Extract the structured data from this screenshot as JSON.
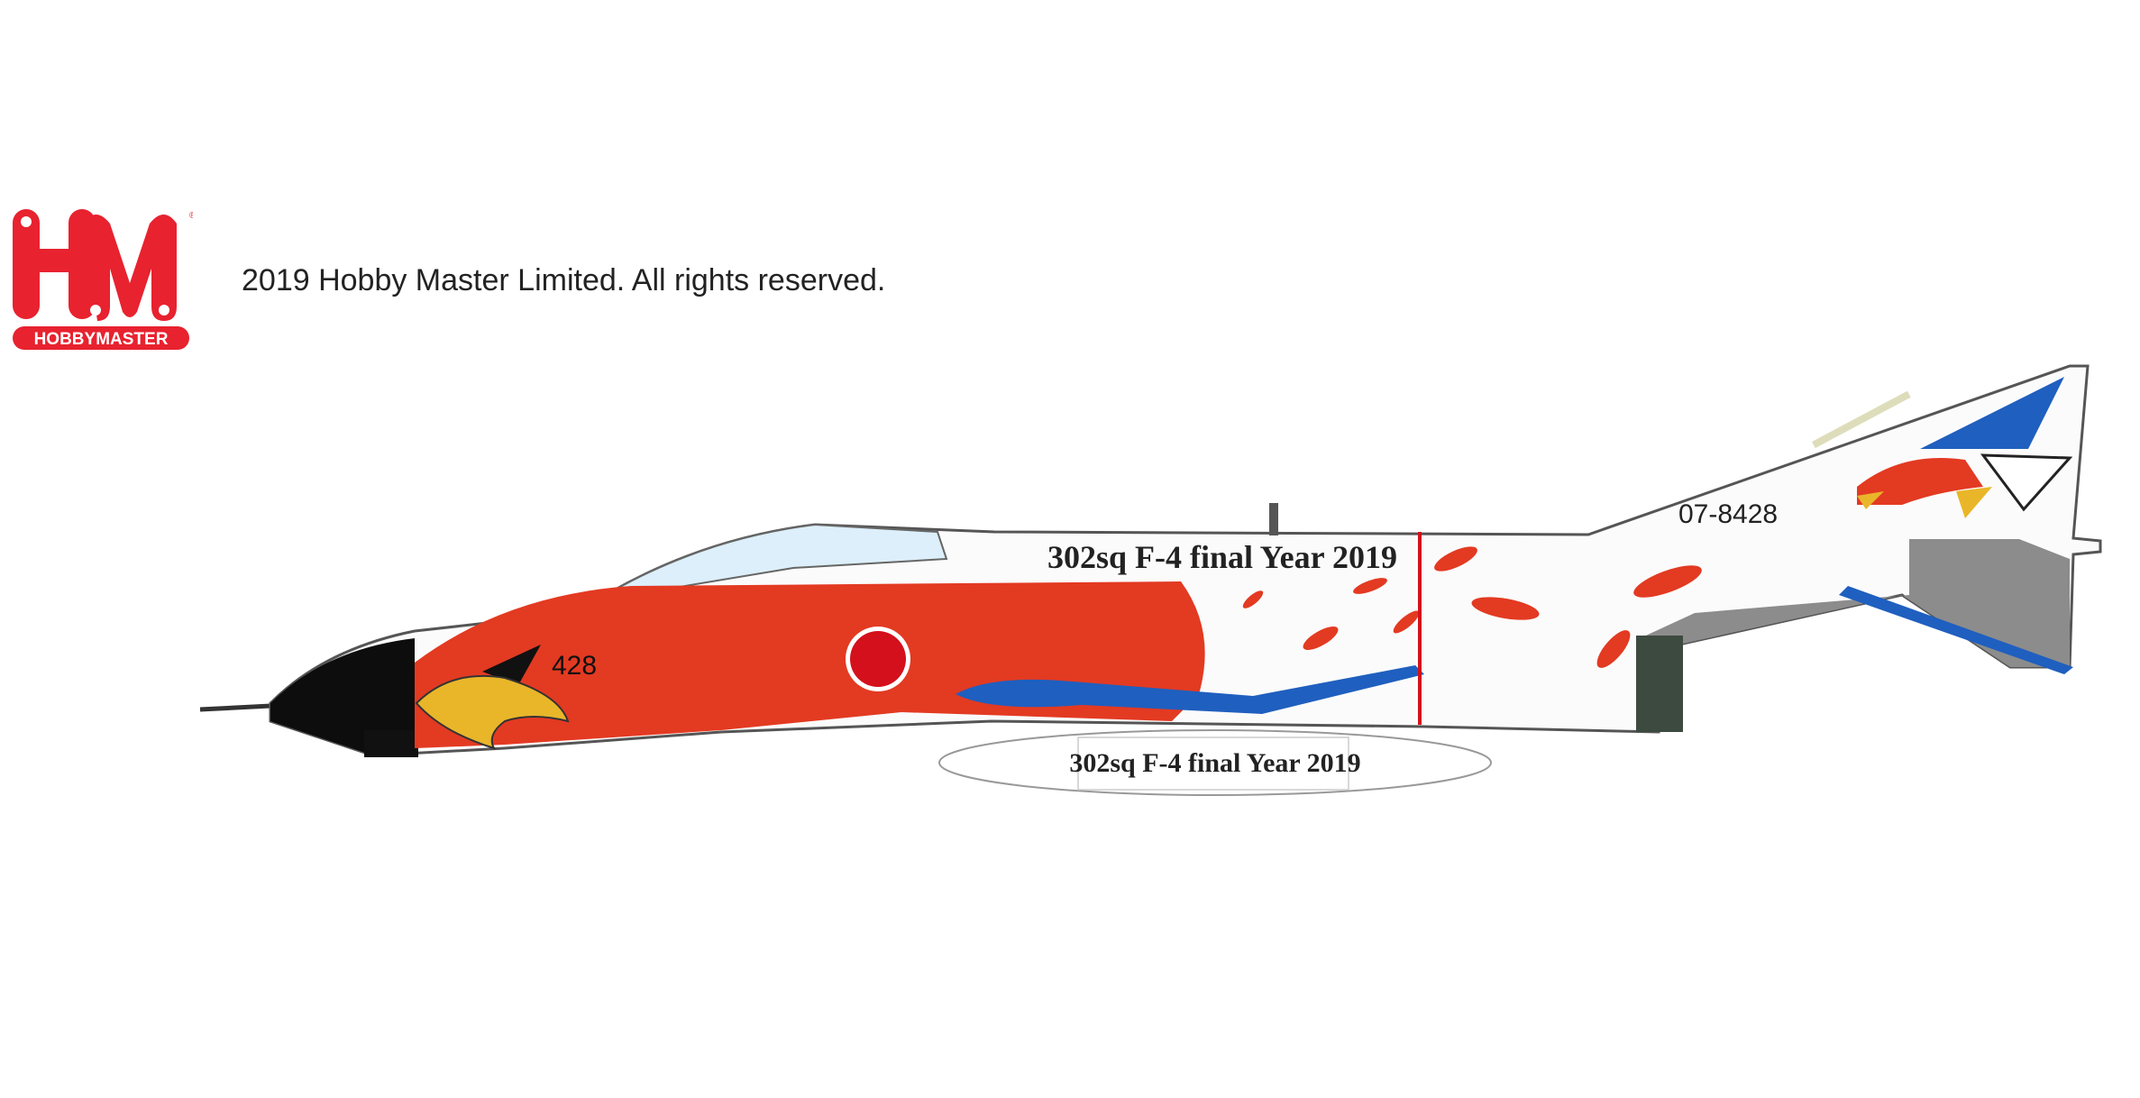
{
  "logo": {
    "monogram": "HM",
    "wordmark": "HOBBYMASTER",
    "registered_mark": "®"
  },
  "copyright": "2019 Hobby Master Limited. All rights reserved.",
  "aircraft": {
    "fuselage_slogan": "302sq F-4 final Year 2019",
    "tank_slogan": "302sq F-4 final Year 2019",
    "tail_serial": "07-8428",
    "nose_number": "428"
  },
  "colors": {
    "brand_red": "#e8222f",
    "livery_red": "#e33a22",
    "beak_yellow": "#e9b62a",
    "stripe_blue": "#1f5fbf",
    "engine_gray": "#8c8c8c"
  }
}
